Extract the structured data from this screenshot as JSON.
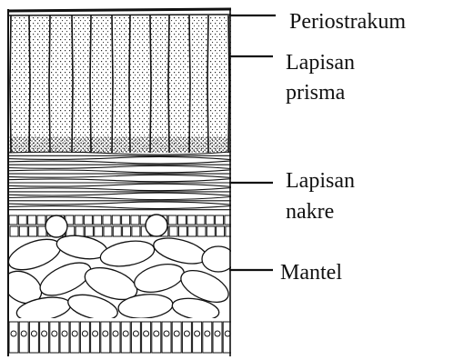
{
  "labels": {
    "periostrakum": "Periostrakum",
    "prisma_line1": "Lapisan",
    "prisma_line2": "prisma",
    "nakre_line1": "Lapisan",
    "nakre_line2": "nakre",
    "mantel": "Mantel"
  },
  "colors": {
    "ink": "#111111",
    "background": "#ffffff"
  }
}
